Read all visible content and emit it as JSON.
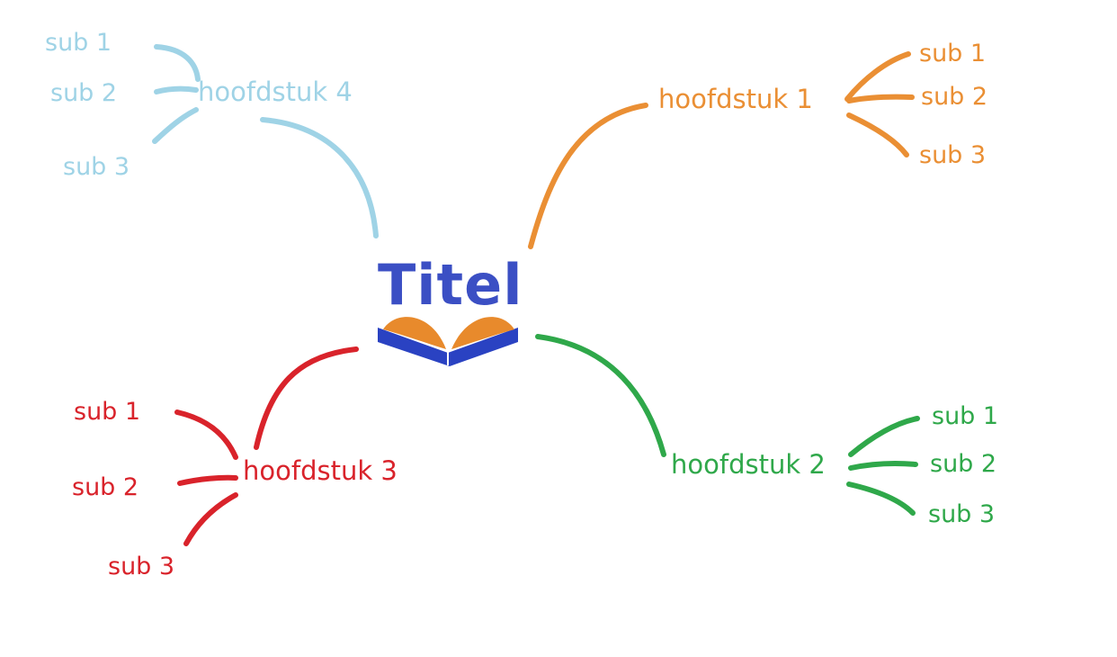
{
  "title": "Titel",
  "colors": {
    "title": "#3b4fc4",
    "book_cover": "#2a42c2",
    "book_pages": "#e88a2c"
  },
  "branches": [
    {
      "id": "hoofdstuk-1",
      "label": "hoofdstuk 1",
      "color": "#ea8f34",
      "subs": [
        "sub 1",
        "sub 2",
        "sub 3"
      ]
    },
    {
      "id": "hoofdstuk-2",
      "label": "hoofdstuk 2",
      "color": "#2fa84a",
      "subs": [
        "sub 1",
        "sub 2",
        "sub 3"
      ]
    },
    {
      "id": "hoofdstuk-3",
      "label": "hoofdstuk 3",
      "color": "#d9232b",
      "subs": [
        "sub 1",
        "sub 2",
        "sub 3"
      ]
    },
    {
      "id": "hoofdstuk-4",
      "label": "hoofdstuk 4",
      "color": "#9fd3e6",
      "subs": [
        "sub 1",
        "sub 2",
        "sub 3"
      ]
    }
  ]
}
